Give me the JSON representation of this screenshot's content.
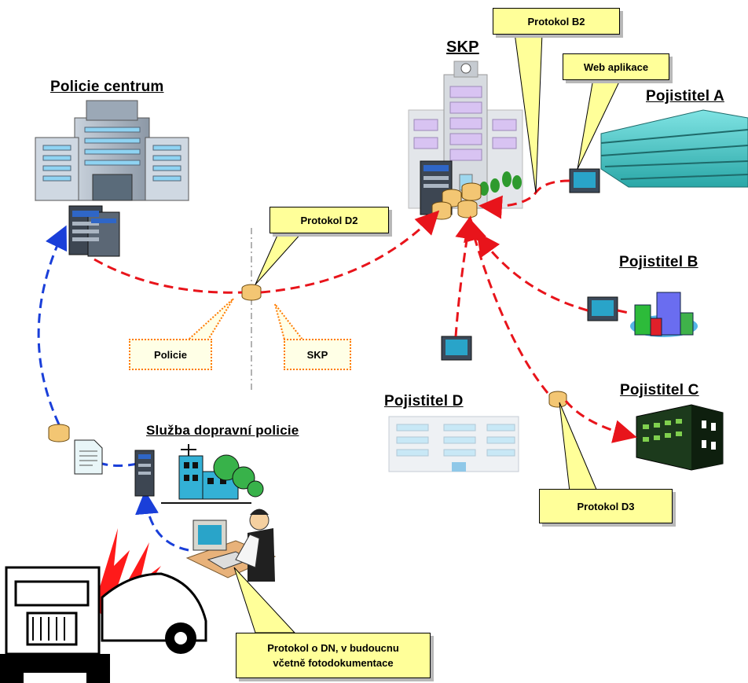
{
  "nodes": {
    "policie_centrum": "Policie centrum",
    "skp": "SKP",
    "pojistitel_a": "Pojistitel A",
    "pojistitel_b": "Pojistitel B",
    "pojistitel_c": "Pojistitel C",
    "pojistitel_d": "Pojistitel D",
    "sluzba": "Služba dopravní policie"
  },
  "callouts": {
    "protokol_b2": "Protokol B2",
    "web_aplikace": "Web aplikace",
    "protokol_d2": "Protokol D2",
    "policie": "Policie",
    "skp": "SKP",
    "protokol_d3": "Protokol D3",
    "protokol_dn_line1": "Protokol o DN, v budoucnu",
    "protokol_dn_line2": "včetně fotodokumentace"
  },
  "colors": {
    "police_link": "#1a3fd9",
    "insurer_link": "#e8141b",
    "callout_fill": "#ffff99",
    "crash_bolt": "#ff0000"
  }
}
